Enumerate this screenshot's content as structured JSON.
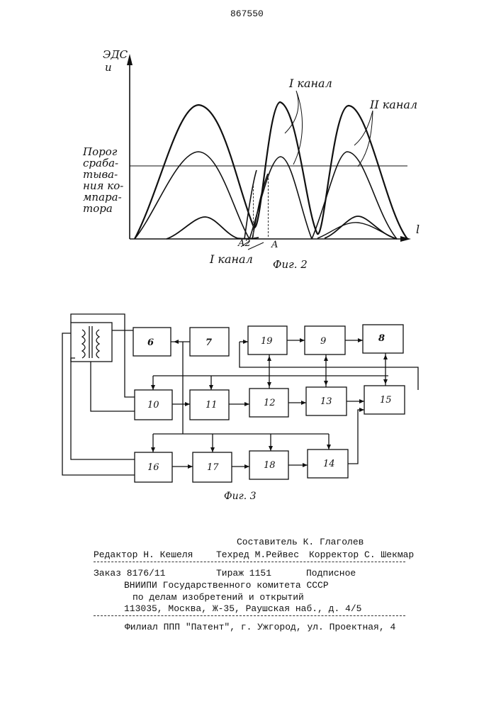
{
  "patent_number": "867550",
  "fig2": {
    "ylabel_line1": "ЭДС",
    "ylabel_line2": "и",
    "xlabel": "l",
    "threshold_label": [
      "Порог",
      "сраба-",
      "тыва-",
      "ния ко-",
      "мпара-",
      "тора"
    ],
    "channel1_label": "I канал",
    "channel2_label": "II канал",
    "channel1_bottom_label": "I канал",
    "point_a2": "A2",
    "point_a": "A",
    "caption": "Фиг. 2"
  },
  "fig3": {
    "blocks": [
      "6",
      "7",
      "19",
      "9",
      "8",
      "10",
      "11",
      "12",
      "13",
      "15",
      "16",
      "17",
      "18",
      "14"
    ],
    "caption": "Фиг. 3"
  },
  "footer": {
    "compiler": "Составитель К. Глаголев",
    "editor": "Редактор Н. Кешеля",
    "techred": "Техред М.Рейвес",
    "corrector": "Корректор С. Шекмар",
    "order": "Заказ  8176/11",
    "circulation": "Тираж 1151",
    "subscription": "Подписное",
    "org_line1": "ВНИИПИ Государственного комитета СССР",
    "org_line2": "по делам изобретений и открытий",
    "org_address": "113035, Москва, Ж-35, Раушская наб., д. 4/5",
    "branch": "Филиал ППП \"Патент\", г. Ужгород, ул. Проектная, 4"
  }
}
